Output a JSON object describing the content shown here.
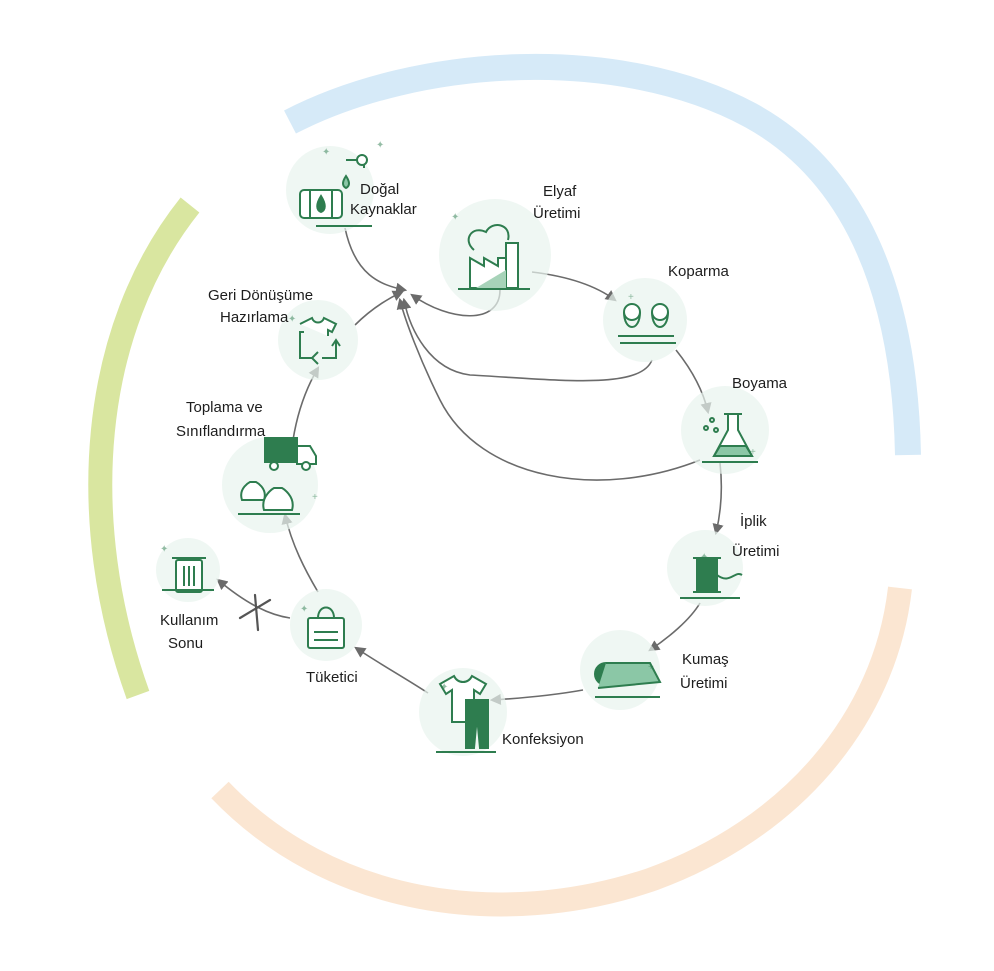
{
  "colors": {
    "arc_blue": "#d6eaf8",
    "arc_green": "#d9e6a0",
    "arc_peach": "#fbe6d2",
    "icon_green": "#2e7d4f",
    "icon_light": "#e8f4ee",
    "arrow": "#6b6b6b"
  },
  "nodes": {
    "natural": {
      "icon": "barrel-tap-icon",
      "lines": [
        "Doğal",
        "Kaynaklar"
      ]
    },
    "fiber": {
      "icon": "factory-icon",
      "lines": [
        "Elyaf",
        "Üretimi"
      ]
    },
    "opening": {
      "icon": "rollers-icon",
      "lines": [
        "Koparma"
      ]
    },
    "dyeing": {
      "icon": "flask-icon",
      "lines": [
        "Boyama"
      ]
    },
    "yarn": {
      "icon": "spool-icon",
      "lines": [
        "İplik",
        "Üretimi"
      ]
    },
    "fabric": {
      "icon": "fabric-roll-icon",
      "lines": [
        "Kumaş",
        "Üretimi"
      ]
    },
    "garment": {
      "icon": "clothes-icon",
      "lines": [
        "Konfeksiyon"
      ]
    },
    "consumer": {
      "icon": "shopping-bag-icon",
      "lines": [
        "Tüketici"
      ]
    },
    "eol": {
      "icon": "trash-bin-icon",
      "lines": [
        "Kullanım",
        "Sonu"
      ]
    },
    "collect": {
      "icon": "truck-bags-icon",
      "lines": [
        "Toplama ve",
        "Sınıflandırma"
      ]
    },
    "prep": {
      "icon": "recycle-shirt-icon",
      "lines": [
        "Geri Dönüşüme",
        "Hazırlama"
      ]
    }
  }
}
